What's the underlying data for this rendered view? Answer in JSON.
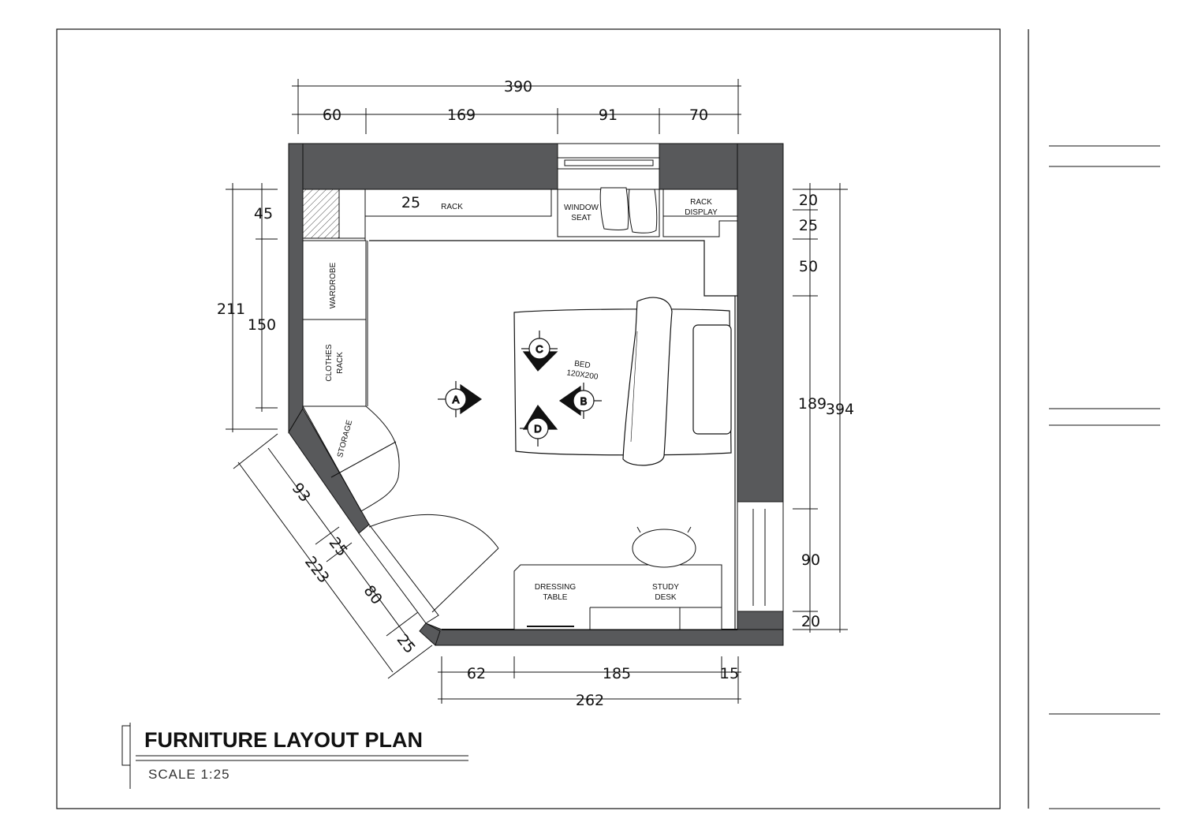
{
  "title": "FURNITURE LAYOUT PLAN",
  "scale": "SCALE 1:25",
  "colors": {
    "wall": "#58595b",
    "line": "#111111"
  },
  "dimensions": {
    "top_total": "390",
    "top_segments": [
      "60",
      "169",
      "91",
      "70"
    ],
    "left_total": "211",
    "left_segments": [
      "45",
      "150"
    ],
    "right_total": "394",
    "right_segments": [
      "20",
      "25",
      "50",
      "189",
      "90",
      "20"
    ],
    "bottom_total": "262",
    "bottom_segments": [
      "62",
      "185",
      "15"
    ],
    "diagonal_total": "223",
    "diagonal_segments": [
      "93",
      "25",
      "80",
      "25"
    ],
    "rack_depth": "25"
  },
  "labels": {
    "rack": "RACK",
    "window_seat": [
      "WINDOW",
      "SEAT"
    ],
    "rack_display": [
      "RACK",
      "DISPLAY"
    ],
    "wardrobe": "WARDROBE",
    "clothes_rack": [
      "CLOTHES",
      "RACK"
    ],
    "storage": "STORAGE",
    "bed": [
      "BED",
      "120X200"
    ],
    "dressing_table": [
      "DRESSING",
      "TABLE"
    ],
    "study_desk": [
      "STUDY",
      "DESK"
    ]
  },
  "view_markers": [
    "A",
    "B",
    "C",
    "D"
  ]
}
